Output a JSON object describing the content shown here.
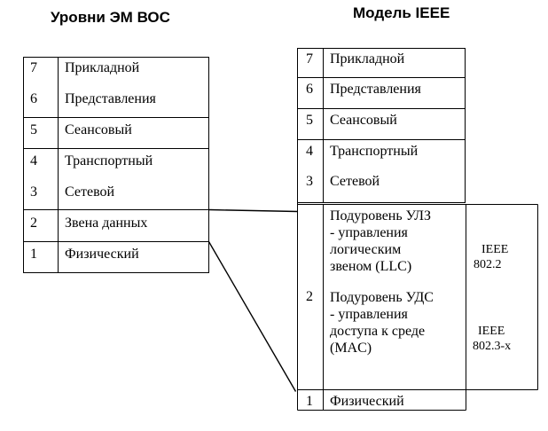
{
  "left": {
    "title": "Уровни ЭМ ВОС",
    "layers": [
      {
        "num": "7",
        "name": "Прикладной"
      },
      {
        "num": "6",
        "name": "Представления"
      },
      {
        "num": "5",
        "name": "Сеансовый"
      },
      {
        "num": "4",
        "name": "Транспортный"
      },
      {
        "num": "3",
        "name": "Сетевой"
      },
      {
        "num": "2",
        "name": "Звена данных"
      },
      {
        "num": "1",
        "name": "Физический"
      }
    ]
  },
  "right": {
    "title": "Модель IEEE",
    "layers": [
      {
        "num": "7",
        "name": "Прикладной"
      },
      {
        "num": "6",
        "name": "Представления"
      },
      {
        "num": "5",
        "name": "Сеансовый"
      },
      {
        "num": "4",
        "name": "Транспортный"
      },
      {
        "num": "3",
        "name": "Сетевой"
      }
    ],
    "layer2": {
      "num": "2",
      "sub_llc": "Подуровень УЛЗ - управления логическим звеном (LLC)",
      "sub_mac": "Подуровень УДС - управления доступа к среде (MAC)",
      "llc_standard": {
        "line1": "IEEE",
        "line2": "802.2"
      },
      "mac_standard": {
        "line1": "IEEE",
        "line2": "802.3-x"
      }
    },
    "layer1": {
      "num": "1",
      "name": "Физический"
    }
  }
}
